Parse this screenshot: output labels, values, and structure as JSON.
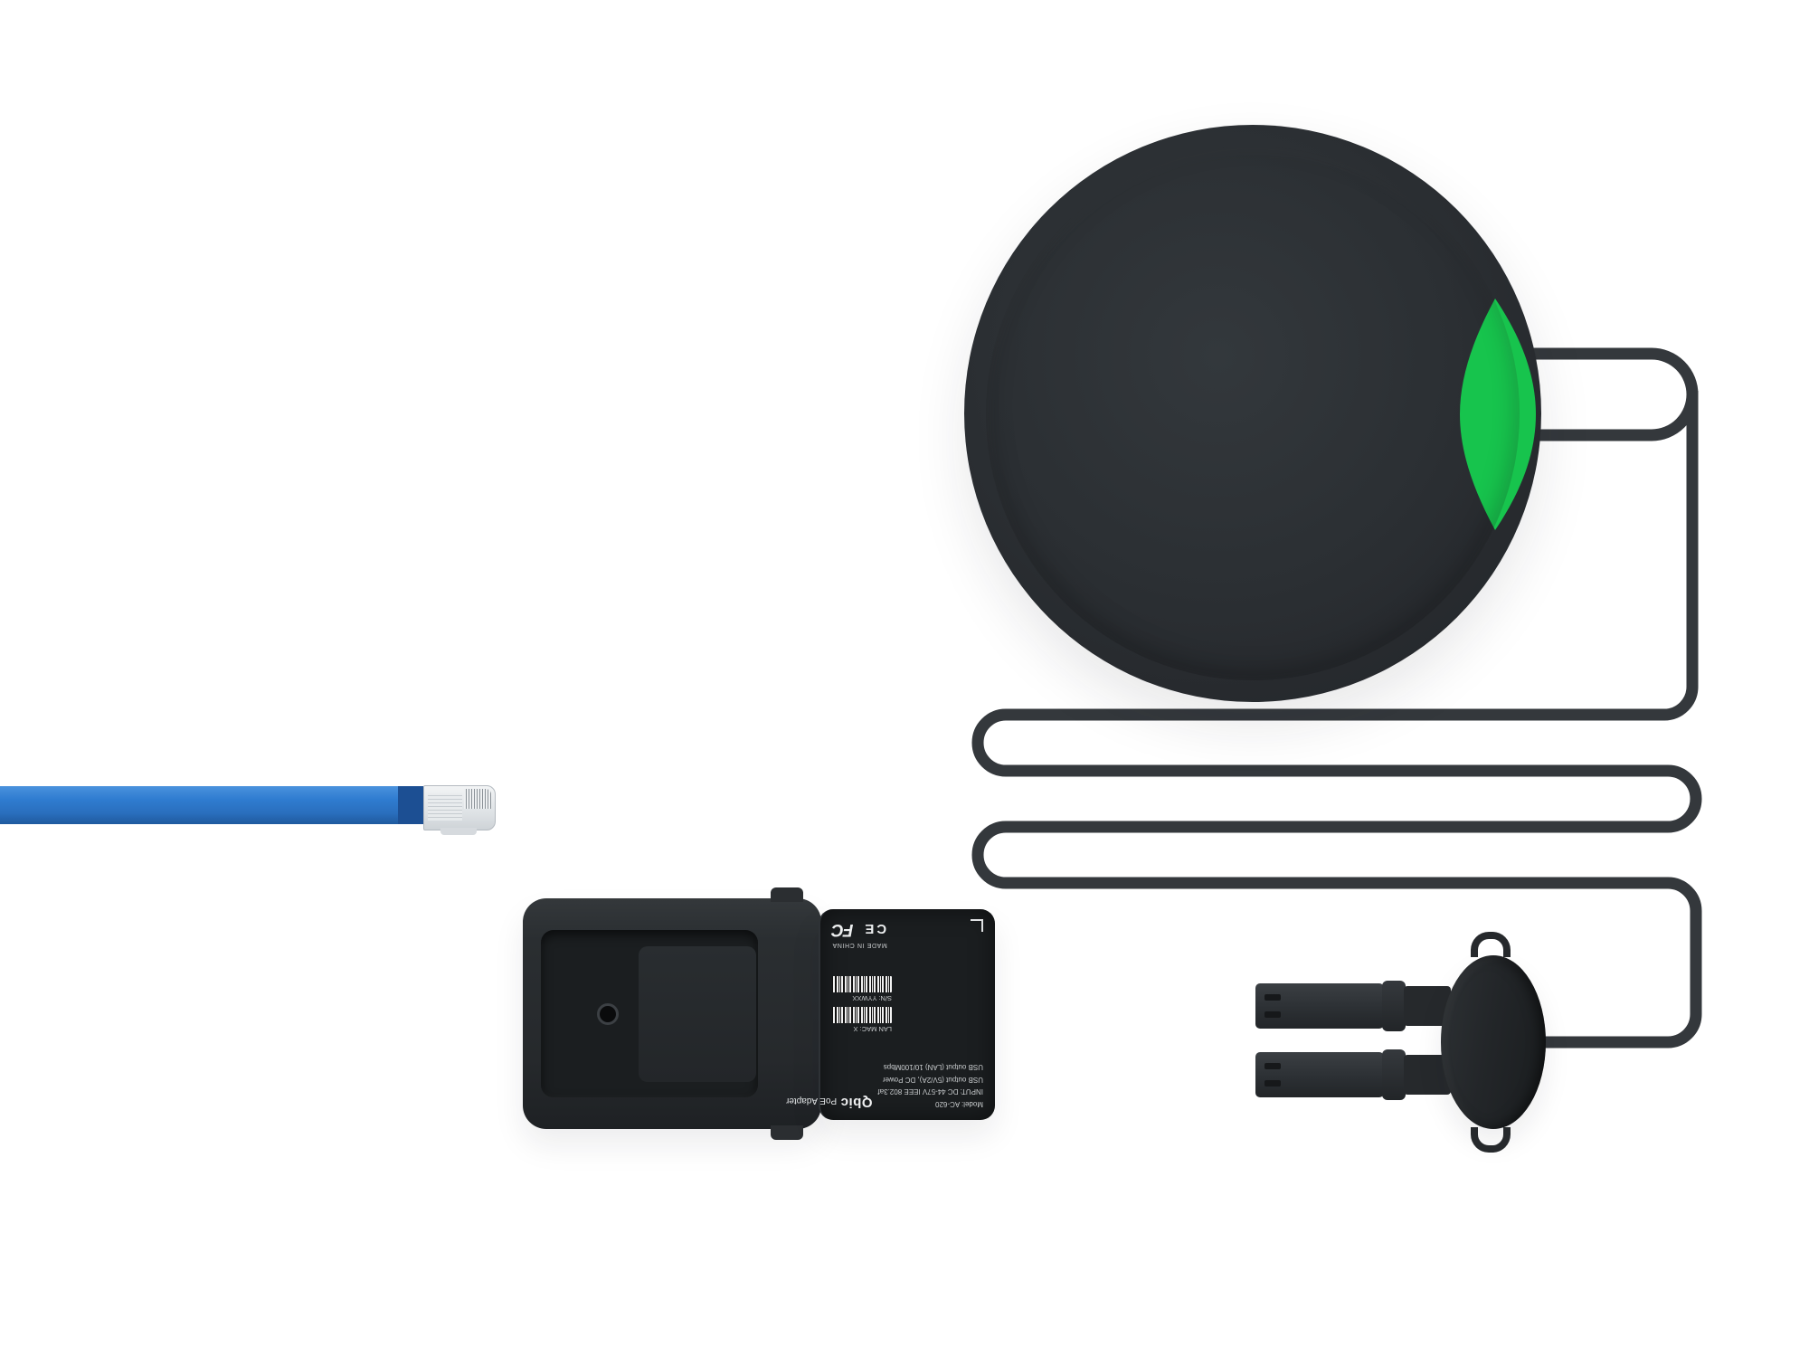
{
  "scene": {
    "background": "#ffffff",
    "subject": "PoE adapter kit with round device, coiled cable, dual-USB plug and ethernet cable"
  },
  "round_device": {
    "body_color": "#2b2f33",
    "status_lens_color": "#17c44d"
  },
  "cable": {
    "color": "#34383c"
  },
  "ethernet_cable": {
    "color": "#2f7cd0",
    "connector_type": "RJ45"
  },
  "usb_plug": {
    "body_color": "#2c3034",
    "connector_count": 2
  },
  "adapter": {
    "body_color": "#26292c",
    "label": {
      "brand": "Qbic",
      "product": "PoE Adapter",
      "model": "Model: AC-620",
      "input": "INPUT: DC 44-57V IEEE 802.3af",
      "output_power": "USB output (5V/2A), DC Power",
      "output_lan": "USB output (LAN) 10/100Mbps",
      "lan_mac": "LAN MAC: X",
      "serial": "S/N: YYWXX",
      "origin": "MADE IN CHINA",
      "ce_mark": "CE",
      "fcc_mark": "FC"
    }
  }
}
